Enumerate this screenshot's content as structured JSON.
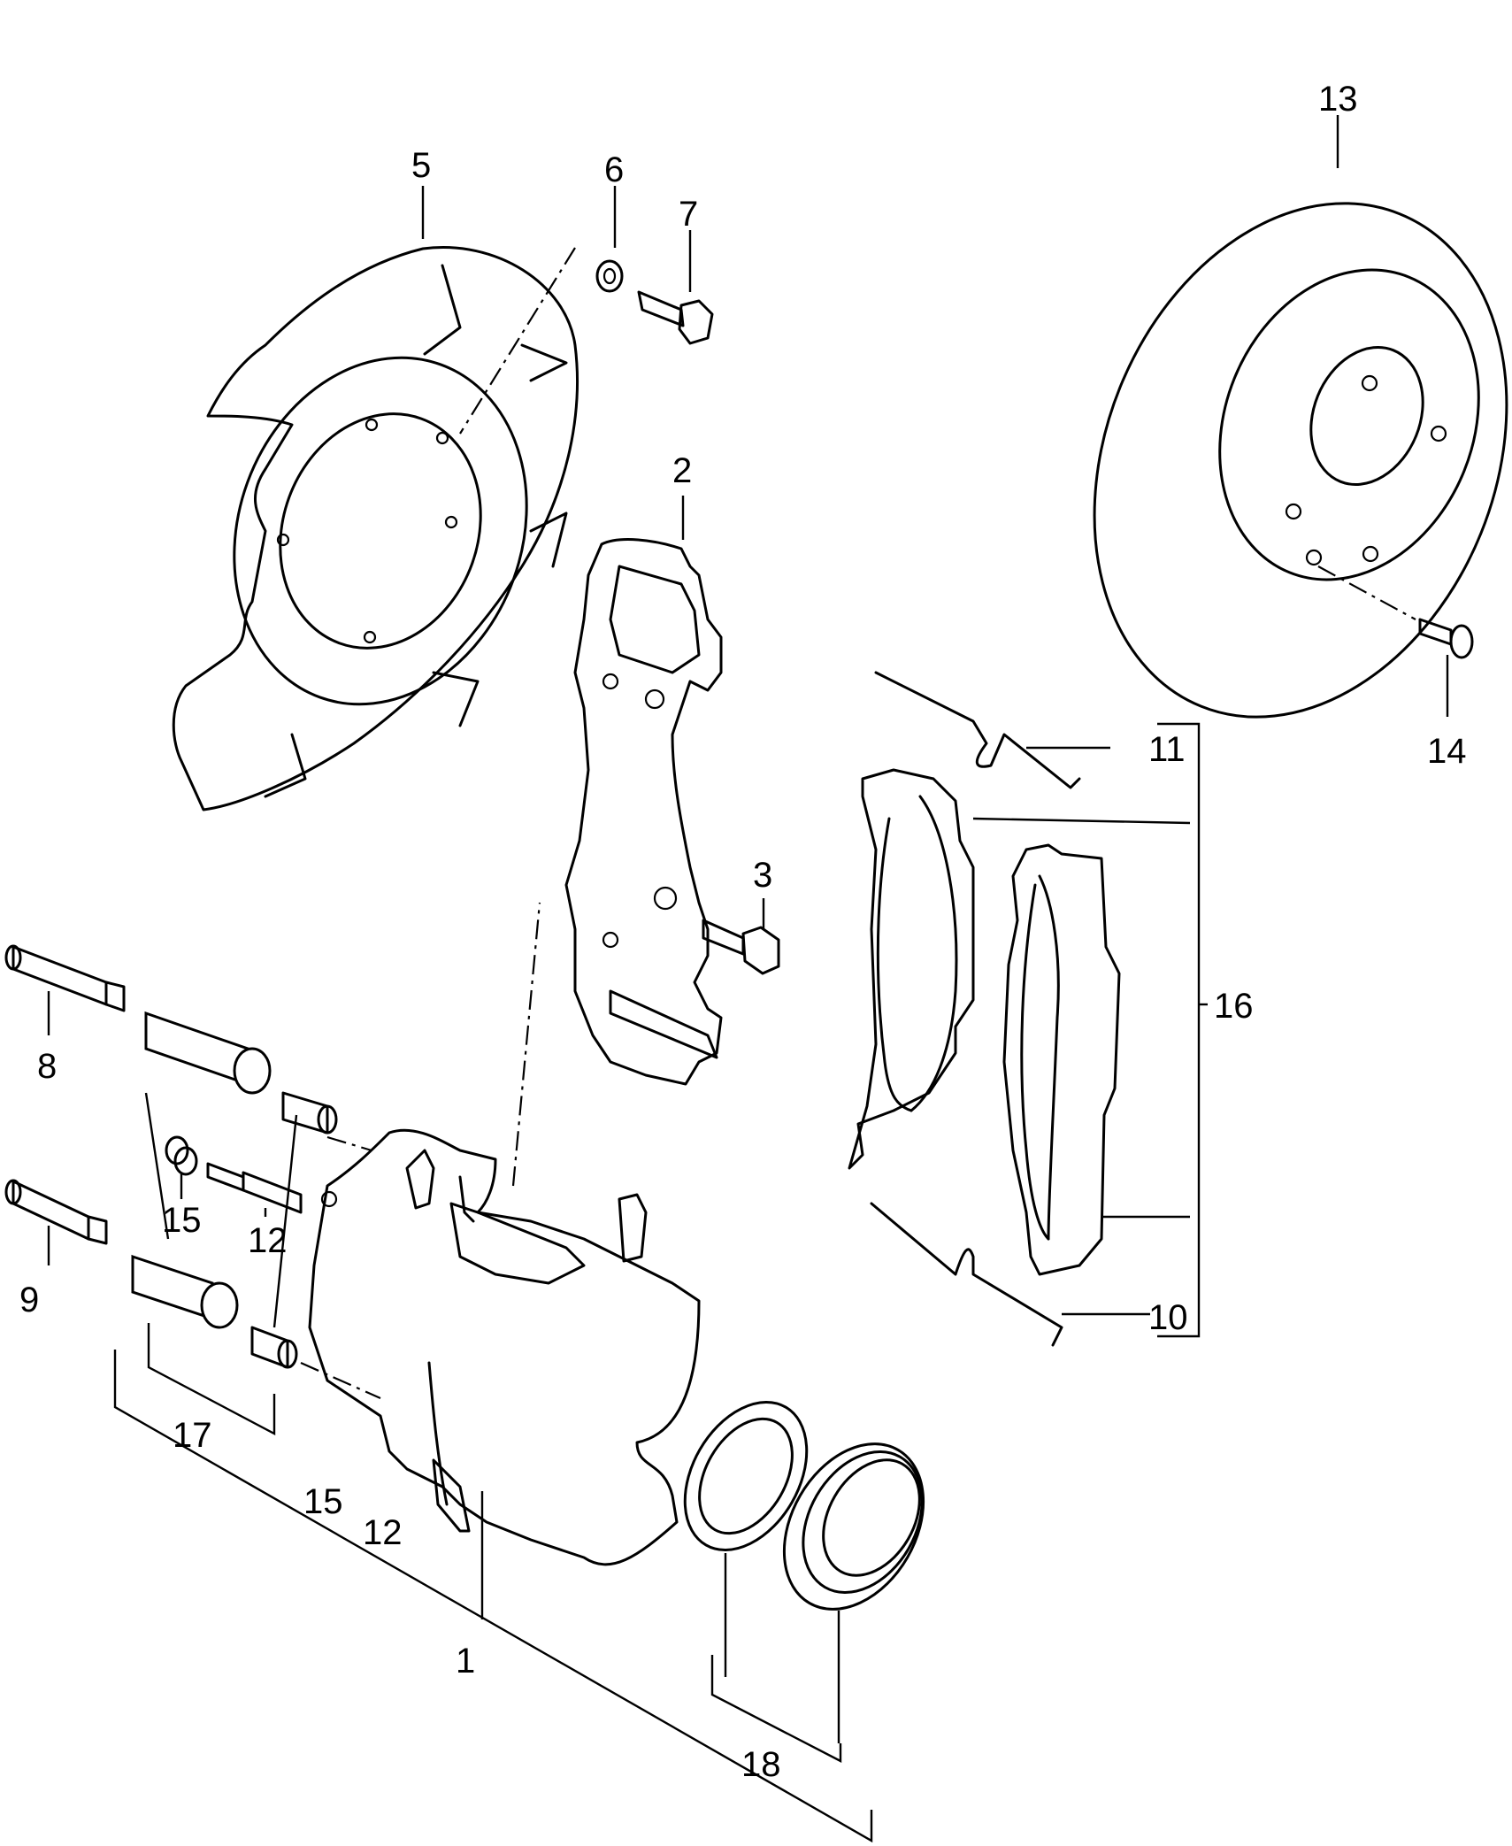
{
  "diagram": {
    "callouts": {
      "c1": "1",
      "c2": "2",
      "c3": "3",
      "c5": "5",
      "c6": "6",
      "c7": "7",
      "c8": "8",
      "c9": "9",
      "c10": "10",
      "c11": "11",
      "c12a": "12",
      "c12b": "12",
      "c13": "13",
      "c14": "14",
      "c15a": "15",
      "c15b": "15",
      "c16": "16",
      "c17": "17",
      "c18": "18"
    }
  }
}
